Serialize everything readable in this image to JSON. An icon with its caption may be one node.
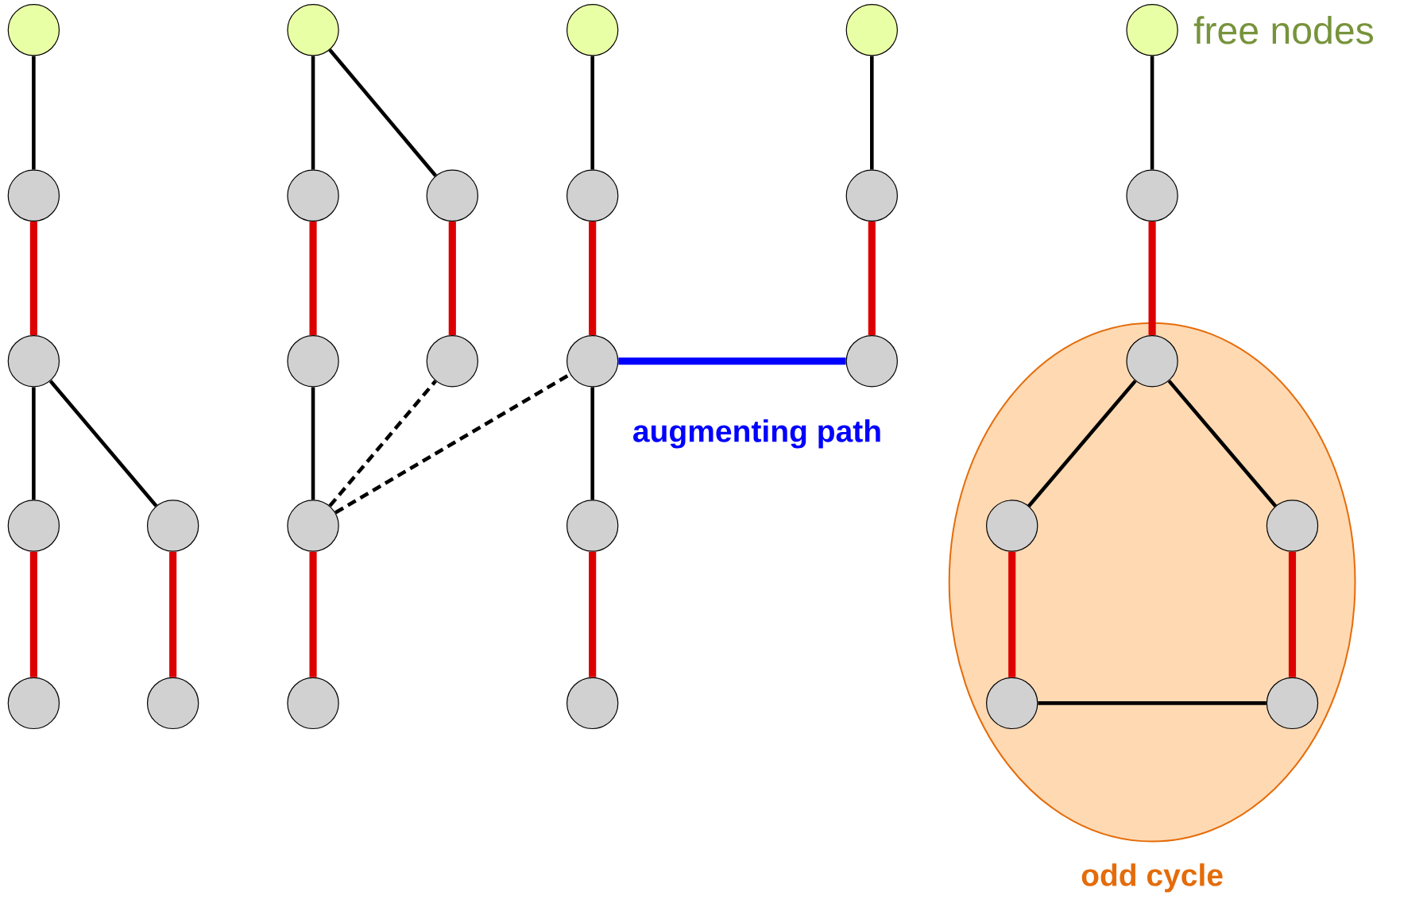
{
  "diagram": {
    "nodes": [
      {
        "text": [],
        "shape": "circle"
      },
      {
        "text": [],
        "shape": "circle"
      },
      {
        "text": [],
        "shape": "circle"
      },
      {
        "text": [],
        "shape": "circle"
      },
      {
        "text": [],
        "shape": "circle"
      },
      {
        "text": [],
        "shape": "circle"
      },
      {
        "text": [],
        "shape": "circle"
      },
      {
        "text": [],
        "shape": "circle"
      },
      {
        "text": [],
        "shape": "circle"
      },
      {
        "text": [],
        "shape": "circle"
      },
      {
        "text": [],
        "shape": "circle"
      },
      {
        "text": [],
        "shape": "circle"
      },
      {
        "text": [],
        "shape": "circle"
      },
      {
        "text": [],
        "shape": "circle"
      },
      {
        "text": [],
        "shape": "circle"
      },
      {
        "text": [],
        "shape": "circle"
      },
      {
        "text": [],
        "shape": "circle"
      },
      {
        "text": [],
        "shape": "circle"
      },
      {
        "text": [],
        "shape": "circle"
      },
      {
        "text": [],
        "shape": "circle"
      },
      {
        "text": [],
        "shape": "circle"
      },
      {
        "text": [],
        "shape": "circle"
      },
      {
        "text": [],
        "shape": "circle",
        "beside": [
          "free nodes"
        ]
      },
      {
        "text": [],
        "shape": "circle"
      },
      {
        "text": [
          "odd cycle"
        ]
      },
      {
        "text": [],
        "shape": "circle",
        "in": 24
      },
      {
        "text": [],
        "shape": "circle",
        "in": 24
      },
      {
        "text": [],
        "shape": "circle",
        "in": 24
      },
      {
        "text": [],
        "shape": "circle",
        "in": 24
      },
      {
        "text": [],
        "shape": "circle",
        "in": 24
      }
    ],
    "edges": [
      {
        "from": 0,
        "to": 1,
        "arrow": "none"
      },
      {
        "from": 1,
        "to": 2,
        "arrow": "none",
        "style": "thick",
        "color": "#dd0000"
      },
      {
        "from": 2,
        "to": 3,
        "arrow": "none"
      },
      {
        "from": 2,
        "to": 5,
        "arrow": "none"
      },
      {
        "from": 3,
        "to": 4,
        "arrow": "none",
        "style": "thick",
        "color": "#dd0000"
      },
      {
        "from": 5,
        "to": 6,
        "arrow": "none",
        "style": "thick",
        "color": "#dd0000"
      },
      {
        "from": 7,
        "to": 8,
        "arrow": "none"
      },
      {
        "from": 7,
        "to": 12,
        "arrow": "none"
      },
      {
        "from": 8,
        "to": 9,
        "arrow": "none",
        "style": "thick",
        "color": "#dd0000"
      },
      {
        "from": 12,
        "to": 13,
        "arrow": "none",
        "style": "thick",
        "color": "#dd0000"
      },
      {
        "from": 9,
        "to": 10,
        "arrow": "none"
      },
      {
        "from": 10,
        "to": 11,
        "arrow": "none",
        "style": "thick",
        "color": "#dd0000"
      },
      {
        "from": 10,
        "to": 13,
        "arrow": "none",
        "style": "dashed"
      },
      {
        "from": 10,
        "to": 16,
        "arrow": "none",
        "style": "dashed"
      },
      {
        "from": 14,
        "to": 15,
        "arrow": "none"
      },
      {
        "from": 15,
        "to": 16,
        "arrow": "none",
        "style": "thick",
        "color": "#dd0000"
      },
      {
        "from": 16,
        "to": 17,
        "arrow": "none"
      },
      {
        "from": 17,
        "to": 18,
        "arrow": "none",
        "style": "thick",
        "color": "#dd0000"
      },
      {
        "from": 16,
        "to": 21,
        "arrow": "none",
        "style": "thick",
        "color": "#0000ff",
        "label": "augmenting path"
      },
      {
        "from": 19,
        "to": 20,
        "arrow": "none"
      },
      {
        "from": 20,
        "to": 21,
        "arrow": "none",
        "style": "thick",
        "color": "#dd0000"
      },
      {
        "from": 22,
        "to": 23,
        "arrow": "none"
      },
      {
        "from": 23,
        "to": 25,
        "arrow": "none",
        "style": "thick",
        "color": "#dd0000"
      },
      {
        "from": 25,
        "to": 26,
        "arrow": "none"
      },
      {
        "from": 25,
        "to": 27,
        "arrow": "none"
      },
      {
        "from": 26,
        "to": 28,
        "arrow": "none",
        "style": "thick",
        "color": "#dd0000"
      },
      {
        "from": 27,
        "to": 29,
        "arrow": "none",
        "style": "thick",
        "color": "#dd0000"
      },
      {
        "from": 28,
        "to": 29,
        "arrow": "none"
      }
    ]
  }
}
